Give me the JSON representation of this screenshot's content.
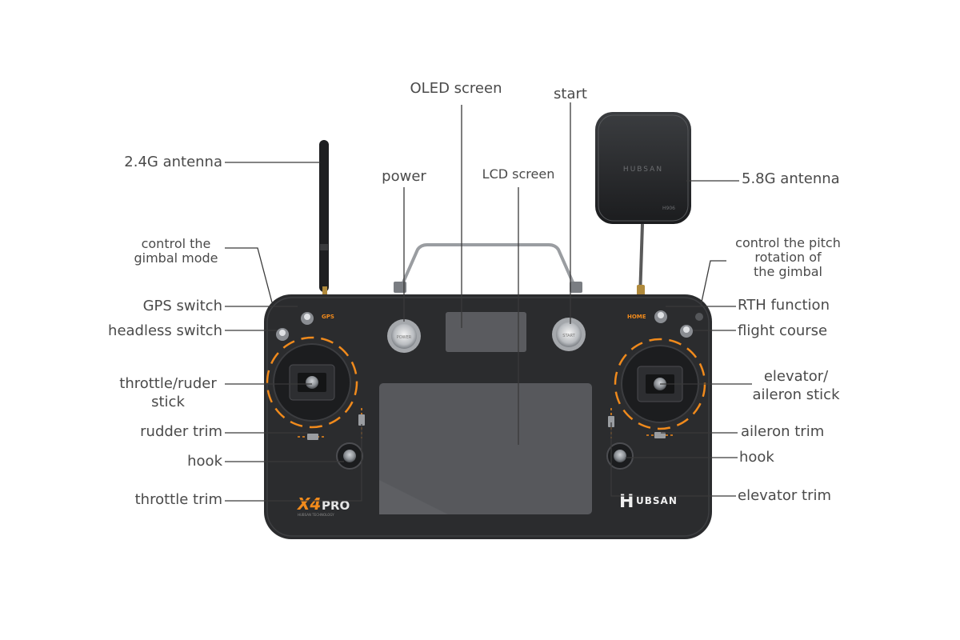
{
  "labels": {
    "oled_screen": "OLED screen",
    "start": "start",
    "antenna_24": "2.4G antenna",
    "power": "power",
    "lcd_screen": "LCD screen",
    "antenna_58": "5.8G antenna",
    "gimbal_mode": [
      "control the",
      "gimbal mode"
    ],
    "pitch_rotation": [
      "control the pitch",
      "rotation of",
      "the gimbal"
    ],
    "gps_switch": "GPS switch",
    "rth_function": "RTH function",
    "headless_switch": "headless switch",
    "flight_course": "flight course",
    "throttle_rudder_stick": [
      "throttle/ruder",
      "stick"
    ],
    "elevator_aileron_stick": [
      "elevator/",
      "aileron stick"
    ],
    "rudder_trim": "rudder trim",
    "aileron_trim": "aileron trim",
    "hook_left": "hook",
    "hook_right": "hook",
    "throttle_trim": "throttle trim",
    "elevator_trim": "elevator trim"
  },
  "device": {
    "gps_tag": "GPS",
    "home_tag": "HOME",
    "power_cap": "POWER",
    "start_cap": "START",
    "logo_model": "X4",
    "logo_suffix": "PRO",
    "logo_tagline": "HUBSAN TECHNOLOGY",
    "brand": "UBSAN",
    "brand_initial": "H",
    "antenna_brand": "HUBSAN",
    "antenna_code": "H906"
  },
  "colors": {
    "body": "#2b2c2e",
    "accent": "#f08a1c",
    "screen": "#57585c",
    "text": "#4a4a4a"
  }
}
